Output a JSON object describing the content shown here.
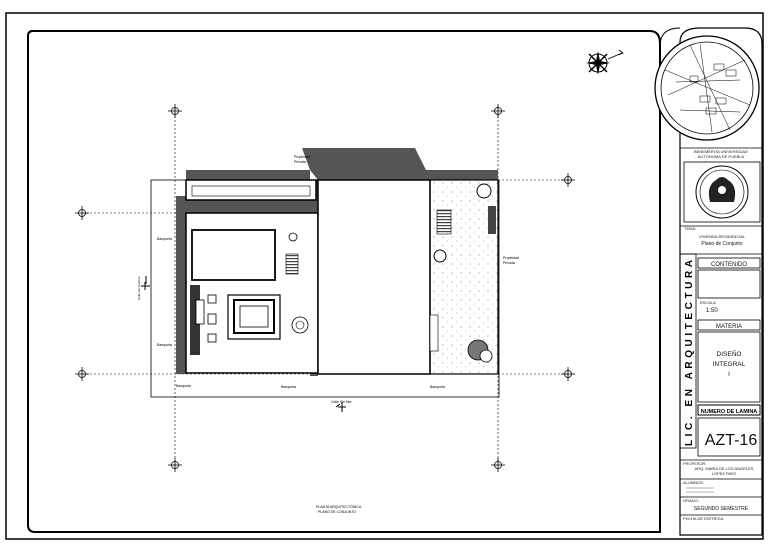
{
  "plan": {
    "top_label_line1": "Propiedad",
    "top_label_line2": "Privada",
    "left_label_upper": "Banqueta",
    "left_label_lower": "Banqueta",
    "left_street_label": "Calle Sin Nombre",
    "right_label_line1": "Propiedad",
    "right_label_line2": "Privada",
    "bottom_banqueta_1": "Banqueta",
    "bottom_banqueta_2": "Banqueta",
    "bottom_banqueta_3": "Banqueta",
    "bottom_street_label": "Calle Sin Nbr",
    "caption_line1": "PLANTA ARQUITECTÓNICA",
    "caption_line2": "PLANO DE CONJUNTO"
  },
  "title_block": {
    "institution_line1": "BENEMÉRITA UNIVERSIDAD",
    "institution_line2": "AUTÓNOMA DE PUEBLA",
    "tema_label": "TEMA:",
    "project_line1": "VIVIENDA RESIDENCIAL",
    "project_line2": "Plano de Conjunto",
    "contenido_label": "CONTENIDO",
    "escala_label": "ESCALA",
    "escala_value": "1:50",
    "materia_label": "MATERIA",
    "materia_line1": "DISEÑO",
    "materia_line2": "INTEGRAL",
    "materia_line3": "I",
    "numero_label": "NUMERO DE LAMINA",
    "sheet_number": "AZT-16",
    "profesor_label": "PROFESOR:",
    "profesor_line1": "ARQ. MARÍA DE LOS ANGELES",
    "profesor_line2": "LOPEZ PAEZ",
    "alumnos_label": "ALUMNOS:",
    "semestre_label": "GRADO:",
    "semestre_value": "SEGUNDO SEMESTRE",
    "fecha_label": "FECHA DE ENTREGA",
    "vertical_text": "LIC. EN ARQUITECTURA"
  }
}
